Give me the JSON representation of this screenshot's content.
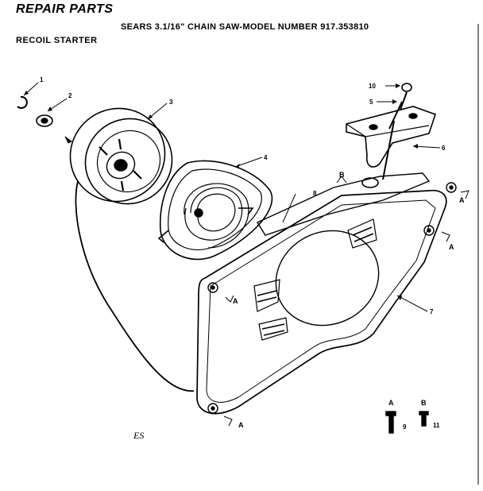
{
  "title": "REPAIR PARTS",
  "subtitle": "SEARS 3.1/16\" CHAIN SAW-MODEL NUMBER 917.353810",
  "section": "RECOIL STARTER",
  "footnote": "ES",
  "callouts": {
    "p1": "1",
    "p2": "2",
    "p3": "3",
    "p4": "4",
    "p5": "5",
    "p6": "6",
    "p7": "7",
    "p8": "8",
    "p9": "9",
    "p10": "10",
    "p11": "11",
    "a": "A",
    "b": "B"
  },
  "screw_labels": {
    "a": "A",
    "b": "B"
  }
}
